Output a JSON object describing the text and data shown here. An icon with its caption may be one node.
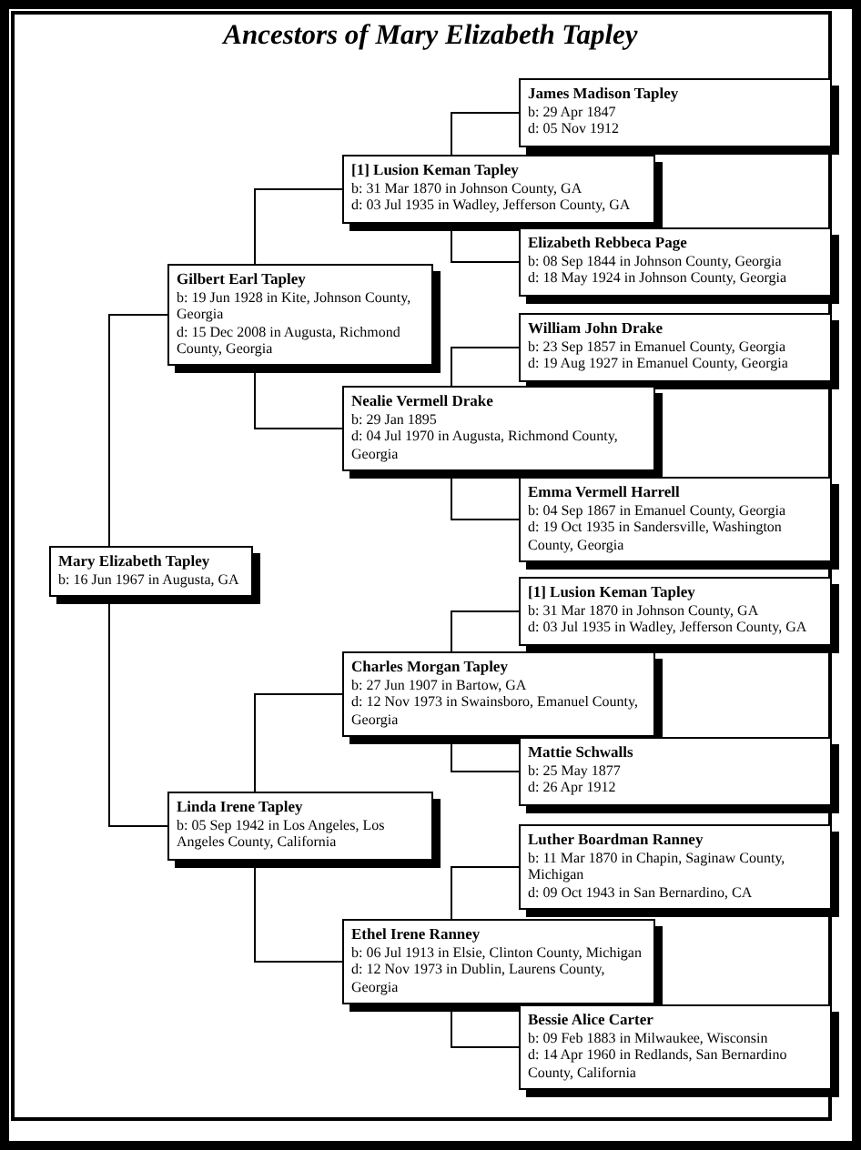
{
  "diagram": {
    "title": "Ancestors of Mary Elizabeth Tapley",
    "nodes": [
      {
        "text": [
          "James Madison Tapley",
          "b: 29 Apr 1847",
          "d: 05 Nov 1912"
        ]
      },
      {
        "text": [
          "[1] Lusion Keman Tapley",
          "b: 31 Mar 1870 in Johnson County, GA",
          "d: 03 Jul 1935 in Wadley, Jefferson County, GA"
        ]
      },
      {
        "text": [
          "Elizabeth Rebbeca Page",
          "b: 08 Sep 1844 in Johnson County, Georgia",
          "d: 18 May 1924 in Johnson County, Georgia"
        ]
      },
      {
        "text": [
          "Gilbert Earl Tapley",
          "b: 19 Jun 1928 in Kite, Johnson County, Georgia",
          "d: 15 Dec 2008 in Augusta, Richmond County, Georgia"
        ]
      },
      {
        "text": [
          "William John Drake",
          "b: 23 Sep 1857 in Emanuel County, Georgia",
          "d: 19 Aug 1927 in Emanuel County, Georgia"
        ]
      },
      {
        "text": [
          "Nealie Vermell Drake",
          "b: 29 Jan 1895",
          "d: 04 Jul 1970 in Augusta, Richmond County, Georgia"
        ]
      },
      {
        "text": [
          "Emma Vermell Harrell",
          "b: 04 Sep 1867 in Emanuel County, Georgia",
          "d: 19 Oct 1935 in Sandersville, Washington County, Georgia"
        ]
      },
      {
        "text": [
          "Mary Elizabeth Tapley",
          "b: 16 Jun 1967 in Augusta, GA"
        ]
      },
      {
        "text": [
          "[1] Lusion Keman Tapley",
          "b: 31 Mar 1870 in Johnson County, GA",
          "d: 03 Jul 1935 in Wadley, Jefferson County, GA"
        ]
      },
      {
        "text": [
          "Charles Morgan Tapley",
          "b: 27 Jun 1907 in Bartow, GA",
          "d: 12 Nov 1973 in Swainsboro, Emanuel County, Georgia"
        ]
      },
      {
        "text": [
          "Mattie Schwalls",
          "b: 25 May 1877",
          "d: 26 Apr 1912"
        ]
      },
      {
        "text": [
          "Linda Irene Tapley",
          "b: 05 Sep 1942 in Los Angeles, Los Angeles County, California"
        ]
      },
      {
        "text": [
          "Luther Boardman Ranney",
          "b: 11 Mar 1870 in Chapin, Saginaw County, Michigan",
          "d: 09 Oct 1943 in San Bernardino, CA"
        ]
      },
      {
        "text": [
          "Ethel Irene Ranney",
          "b: 06 Jul 1913 in Elsie, Clinton County, Michigan",
          "d: 12 Nov 1973 in Dublin, Laurens County, Georgia"
        ]
      },
      {
        "text": [
          "Bessie Alice Carter",
          "b: 09 Feb 1883 in Milwaukee, Wisconsin",
          "d: 14 Apr 1960 in Redlands, San Bernardino County, California"
        ]
      }
    ],
    "edges": [
      {
        "from": 7,
        "to": 3,
        "arrow": "none"
      },
      {
        "from": 7,
        "to": 11,
        "arrow": "none"
      },
      {
        "from": 3,
        "to": 1,
        "arrow": "none"
      },
      {
        "from": 3,
        "to": 5,
        "arrow": "none"
      },
      {
        "from": 11,
        "to": 9,
        "arrow": "none"
      },
      {
        "from": 11,
        "to": 13,
        "arrow": "none"
      },
      {
        "from": 1,
        "to": 0,
        "arrow": "none"
      },
      {
        "from": 1,
        "to": 2,
        "arrow": "none"
      },
      {
        "from": 5,
        "to": 4,
        "arrow": "none"
      },
      {
        "from": 5,
        "to": 6,
        "arrow": "none"
      },
      {
        "from": 9,
        "to": 8,
        "arrow": "none"
      },
      {
        "from": 9,
        "to": 10,
        "arrow": "none"
      },
      {
        "from": 13,
        "to": 12,
        "arrow": "none"
      },
      {
        "from": 13,
        "to": 14,
        "arrow": "none"
      }
    ]
  }
}
